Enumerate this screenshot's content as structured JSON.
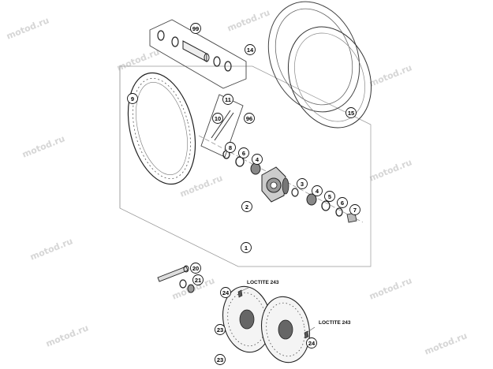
{
  "watermark": "motod.ru",
  "callouts": [
    "1",
    "2",
    "3",
    "4",
    "5",
    "6",
    "7",
    "8",
    "9",
    "10",
    "11",
    "14",
    "15",
    "20",
    "21",
    "23",
    "24",
    "96",
    "99"
  ],
  "notes": {
    "loctite_a": "LOCTITE 243",
    "loctite_b": "LOCTITE 243"
  }
}
